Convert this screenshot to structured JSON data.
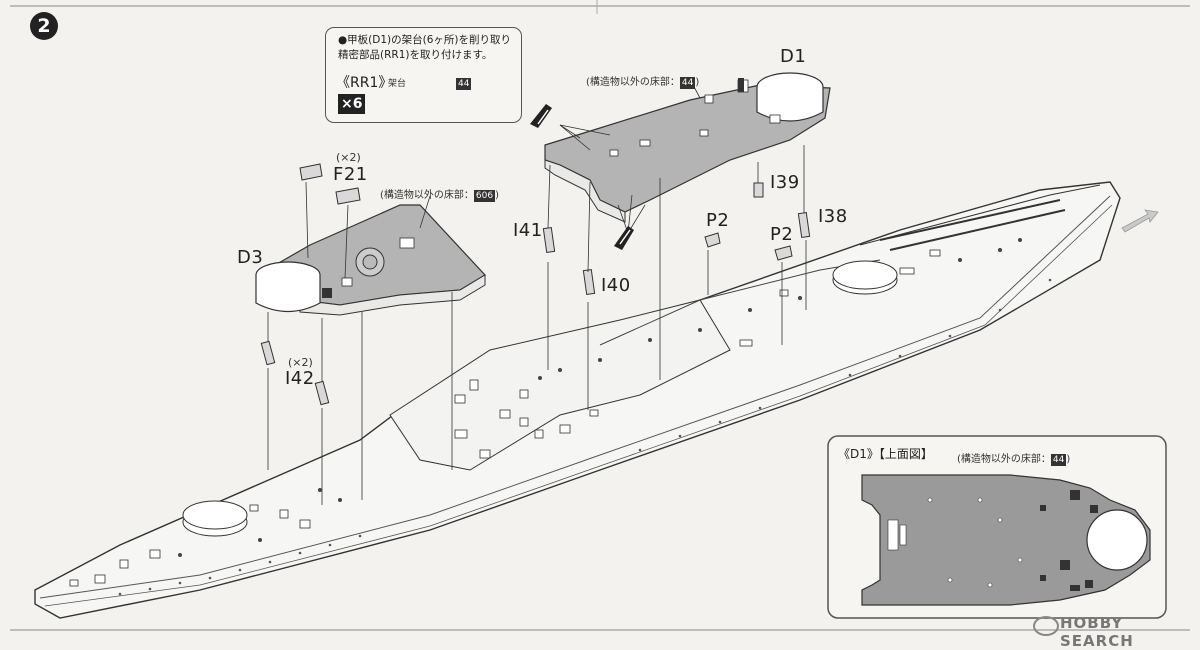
{
  "step": {
    "number": "2"
  },
  "instruction_box": {
    "line1": "●甲板(D1)の架台(6ヶ所)を削り取り",
    "line2": "精密部品(RR1)を取り付けます。",
    "part_label": "《RR1》",
    "part_note": "架台",
    "quantity": "×6",
    "paint_code": "44"
  },
  "deck_d1_note": {
    "text": "(構造物以外の床部：",
    "code": "44",
    "close": ")"
  },
  "deck_d3_note": {
    "text": "(構造物以外の床部：",
    "code": "606",
    "close": ")"
  },
  "part_labels": {
    "d1": "D1",
    "d3": "D3",
    "f21_qty": "(×2)",
    "f21": "F21",
    "i42_qty": "(×2)",
    "i42": "I42",
    "i41": "I41",
    "i40": "I40",
    "i39": "I39",
    "i38": "I38",
    "p2a": "P2",
    "p2b": "P2"
  },
  "top_view": {
    "title": "《D1》【上面図】",
    "note_text": "(構造物以外の床部：",
    "code": "44",
    "close": ")"
  },
  "watermark": {
    "text": "HOBBY SEARCH"
  },
  "colors": {
    "line": "#333333",
    "deck": "#9a9a9a",
    "paper": "#f3f2ef"
  }
}
